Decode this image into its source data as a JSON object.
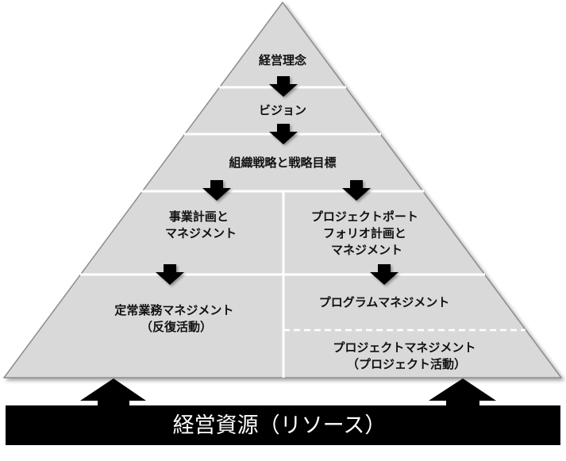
{
  "pyramid": {
    "tier1": "経営理念",
    "tier2": "ビジョン",
    "tier3": "組織戦略と戦略目標",
    "left_upper": [
      "事業計画と",
      "マネジメント"
    ],
    "right_upper": [
      "プロジェクトポート",
      "フォリオ計画と",
      "マネジメント"
    ],
    "left_lower": [
      "定常業務マネジメント",
      "（反復活動）"
    ],
    "right_middle": "プログラムマネジメント",
    "right_lower": [
      "プロジェクトマネジメント",
      "（プロジェクト活動）"
    ]
  },
  "base": {
    "label": "経営資源（リソース）"
  },
  "colors": {
    "pyramid_fill": "#d9d9d9",
    "pyramid_outline": "#8c8c8c",
    "divider": "#ffffff",
    "arrow": "#000000",
    "base_fill": "#000000",
    "base_text": "#ffffff"
  }
}
